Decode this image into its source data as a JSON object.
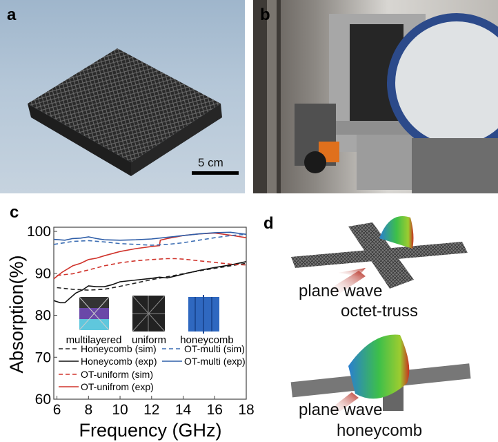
{
  "panels": {
    "a": "a",
    "b": "b",
    "c": "c",
    "d": "d"
  },
  "panel_a": {
    "scale_bar": "5 cm"
  },
  "panel_d": {
    "top_arrow_label": "plane wave",
    "top_structure": "octet-truss",
    "bottom_arrow_label": "plane wave",
    "bottom_structure": "honeycomb"
  },
  "chart_data": {
    "type": "line",
    "xlabel": "Frequency (GHz)",
    "ylabel": "Absorption(%)",
    "xlim": [
      5.8,
      18
    ],
    "ylim": [
      60,
      101
    ],
    "xticks": [
      6,
      8,
      10,
      12,
      14,
      16,
      18
    ],
    "yticks": [
      60,
      70,
      80,
      90,
      100
    ],
    "grid": false,
    "legend_position": "bottom-left",
    "inset_labels": [
      "multilayered",
      "uniform",
      "honeycomb"
    ],
    "series": [
      {
        "name": "Honeycomb (sim)",
        "color": "#222222",
        "dash": true,
        "x": [
          6,
          7,
          8,
          9,
          10,
          11,
          12,
          13,
          14,
          15,
          16,
          17,
          18
        ],
        "y": [
          86.6,
          86.2,
          86.0,
          86.2,
          86.9,
          87.7,
          88.5,
          89.2,
          89.9,
          90.6,
          91.2,
          91.8,
          92.4
        ]
      },
      {
        "name": "Honeycomb (exp)",
        "color": "#111111",
        "dash": false,
        "x": [
          5.8,
          6.2,
          6.5,
          6.8,
          7.2,
          7.6,
          8.0,
          8.5,
          9.0,
          9.5,
          10,
          11,
          12,
          12.5,
          13,
          14,
          15,
          16,
          17,
          18
        ],
        "y": [
          83.5,
          83.0,
          83.0,
          84.0,
          85.3,
          86.0,
          87.0,
          86.8,
          86.8,
          87.3,
          88.0,
          88.4,
          88.8,
          89.1,
          88.9,
          89.8,
          90.7,
          91.4,
          92.0,
          92.8
        ]
      },
      {
        "name": "OT-uniform (sim)",
        "color": "#d0342c",
        "dash": true,
        "x": [
          6,
          7,
          8,
          9,
          10,
          11,
          12,
          13,
          13.5,
          14,
          15,
          16,
          17,
          18
        ],
        "y": [
          89.5,
          89.9,
          90.8,
          91.8,
          92.5,
          93.0,
          93.3,
          93.5,
          93.5,
          93.4,
          93.0,
          92.6,
          92.2,
          92.0
        ]
      },
      {
        "name": "OT-unifrom (exp)",
        "color": "#d0342c",
        "dash": false,
        "x": [
          5.8,
          6.3,
          7.0,
          7.5,
          8.0,
          8.5,
          9,
          10,
          11,
          12,
          12.5,
          12.55,
          13,
          14,
          15,
          16,
          17,
          18
        ],
        "y": [
          88.7,
          90.2,
          91.8,
          92.4,
          93.3,
          93.6,
          94.2,
          95.2,
          95.9,
          96.4,
          96.6,
          97.9,
          98.3,
          99.0,
          99.4,
          99.6,
          99.1,
          98.5
        ]
      },
      {
        "name": "OT-multi (sim)",
        "color": "#3b6db3",
        "dash": true,
        "x": [
          5.8,
          7,
          8,
          9,
          10,
          11,
          12,
          13,
          14,
          15,
          16,
          17,
          18
        ],
        "y": [
          96.9,
          97.6,
          97.8,
          97.5,
          97.1,
          96.9,
          96.7,
          96.9,
          97.3,
          97.9,
          98.5,
          99.0,
          99.3
        ]
      },
      {
        "name": "OT-multi (exp)",
        "color": "#2f5ea8",
        "dash": false,
        "x": [
          5.8,
          6.5,
          7,
          7.5,
          8,
          8.5,
          9,
          10,
          11,
          12,
          13,
          14,
          15,
          16,
          17,
          18
        ],
        "y": [
          98.1,
          97.9,
          98.3,
          98.4,
          98.7,
          98.3,
          98.0,
          97.9,
          98.0,
          98.2,
          98.6,
          99.0,
          99.4,
          99.7,
          99.8,
          99.3
        ]
      }
    ]
  }
}
